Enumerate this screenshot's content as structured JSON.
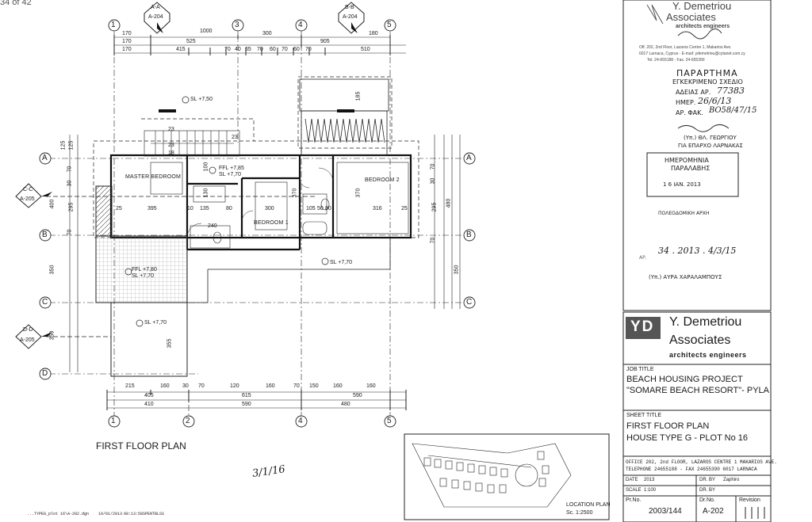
{
  "page_counter": "34 of 42",
  "plan_title": "FIRST FLOOR PLAN",
  "footer": {
    "file": "...TYPEG_plot 16\\A-202.dgn",
    "date": "10/01/2013",
    "time": "08:13:58",
    "user": "SPENTBLSS"
  },
  "handwritten_date": "3/1/16",
  "grid_labels": {
    "columns_top": [
      "1",
      "3",
      "4",
      "5"
    ],
    "columns_bottom": [
      "1",
      "2",
      "4",
      "5"
    ],
    "rows": [
      "A",
      "B",
      "C",
      "D"
    ]
  },
  "section_markers": [
    {
      "name": "A-A",
      "ref": "A-204"
    },
    {
      "name": "B-B",
      "ref": "A-204"
    },
    {
      "name": "C-C",
      "ref": "A-205"
    },
    {
      "name": "D-D",
      "ref": "A-205"
    }
  ],
  "rooms": {
    "master": "MASTER BEDROOM",
    "bedroom1": "BEDROOM 1",
    "bedroom2": "BEDROOM 2"
  },
  "levels": {
    "sl1": "SL +7,50",
    "ffl1": "FFL +7,85",
    "sl2": "SL +7,70",
    "ffl2": "FFL +7,80",
    "sl3": "SL +7,70",
    "sl4": "SL +7,70",
    "sl5": "SL +7,70"
  },
  "dims": {
    "top1": [
      "170",
      "1000",
      "300",
      "180"
    ],
    "top2": [
      "170",
      "525",
      "905"
    ],
    "top3": [
      "170",
      "415",
      "70",
      "40",
      "65",
      "70",
      "60",
      "70",
      "60",
      "70",
      "510"
    ],
    "bottom1": [
      "215",
      "160",
      "30",
      "70",
      "120",
      "160",
      "70",
      "150",
      "160",
      "160"
    ],
    "bottom2": [
      "405",
      "615",
      "590"
    ],
    "bottom3": [
      "410",
      "590",
      "480"
    ],
    "left": [
      "125",
      "125",
      "70",
      "30",
      "295",
      "400",
      "70",
      "350",
      "350"
    ],
    "right": [
      "70",
      "30",
      "295",
      "480",
      "70",
      "350"
    ],
    "interior": [
      "395",
      "300",
      "316",
      "25",
      "10",
      "135",
      "80",
      "240",
      "370",
      "370",
      "105",
      "80",
      "50",
      "100",
      "130",
      "185",
      "23",
      "23",
      "23",
      "18",
      "355"
    ]
  },
  "stamp": {
    "firm_top": "Y. Demetriou",
    "firm_top2": "Associates",
    "firm_top3": "architects engineers",
    "address_lines": [
      "Off. 202, 2nd Floor, Lazaros Centre 1, Makarios Ave.",
      "6017 Larnaca, Cyprus - E-mail: ydemetriou@cytanet.com.cy",
      "Tel. 24-655188 - Fax. 24-655390"
    ],
    "approval_title": "ΠΑΡΑΡΤΗΜΑ",
    "approval_sub": "ΕΓΚΕΚΡΙΜΕΝΟ ΣΧΕΔΙΟ",
    "permit_label": "ΑΔΕΙΑΣ ΑΡ.",
    "permit_no": "77383",
    "date_label": "ΗΜΕΡ.",
    "date_val": "26/6/13",
    "file_label": "ΑΡ. ΦΑΚ.",
    "file_val": "ΒΟ58/47/15",
    "officer": "(Υπ.) ΘΛ. ΓΕΩΡΓΙΟΥ",
    "officer_role": "ΓΙΑ ΕΠΑΡΧΟ ΛΑΡΝΑΚΑΣ",
    "received_title": "ΗΜΕΡΟΜΗΝΙΑ",
    "received_sub": "ΠΑΡΑΛΑΒΗΣ",
    "received_date": "1 6 ΙΑΝ. 2013",
    "authority": "ΠΟΛΕΟΔΟΜΙΚΗ ΑΡΧΗ",
    "second_no_label": "ΑΡ.",
    "second_no": "34 . 2013 . 4/3/15",
    "second_officer": "(Υπ.) ΑΥΡΑ ΧΑΡΑΛΑΜΠΟΥΣ"
  },
  "titleblock": {
    "logo": "YD",
    "firm1": "Y. Demetriou",
    "firm2": "Associates",
    "firm3": "architects engineers",
    "job_title_label": "JOB TITLE",
    "job_title_1": "BEACH HOUSING PROJECT",
    "job_title_2": "\"SOMARE BEACH RESORT\"- PYLA",
    "sheet_title_label": "SHEET TITLE",
    "sheet_title_1": "FIRST FLOOR PLAN",
    "sheet_title_2": "HOUSE TYPE G - PLOT No 16",
    "office_line_1": "OFFICE 202, 2nd FLOOR, LAZAROS CENTRE 1 MAKARIOS AVE.",
    "office_line_2": "TELEPHONE  24655188 - FAX  24655390        6017 LARNACA",
    "date_label": "DATE",
    "date_val": "2013",
    "drby_label": "DR. BY",
    "drby_val": "Zaphiro",
    "scale_label": "SCALE",
    "scale_val": "1:100",
    "chby_label": "DR. BY",
    "chby_val": "",
    "prno_label": "Pr.No.",
    "prno_val": "2003/144",
    "drno_label": "Dr.No.",
    "drno_val": "A-202",
    "rev_label": "Revision"
  },
  "location_plan": {
    "label": "LOCATION PLAN",
    "scale": "Sc. 1:2500"
  }
}
